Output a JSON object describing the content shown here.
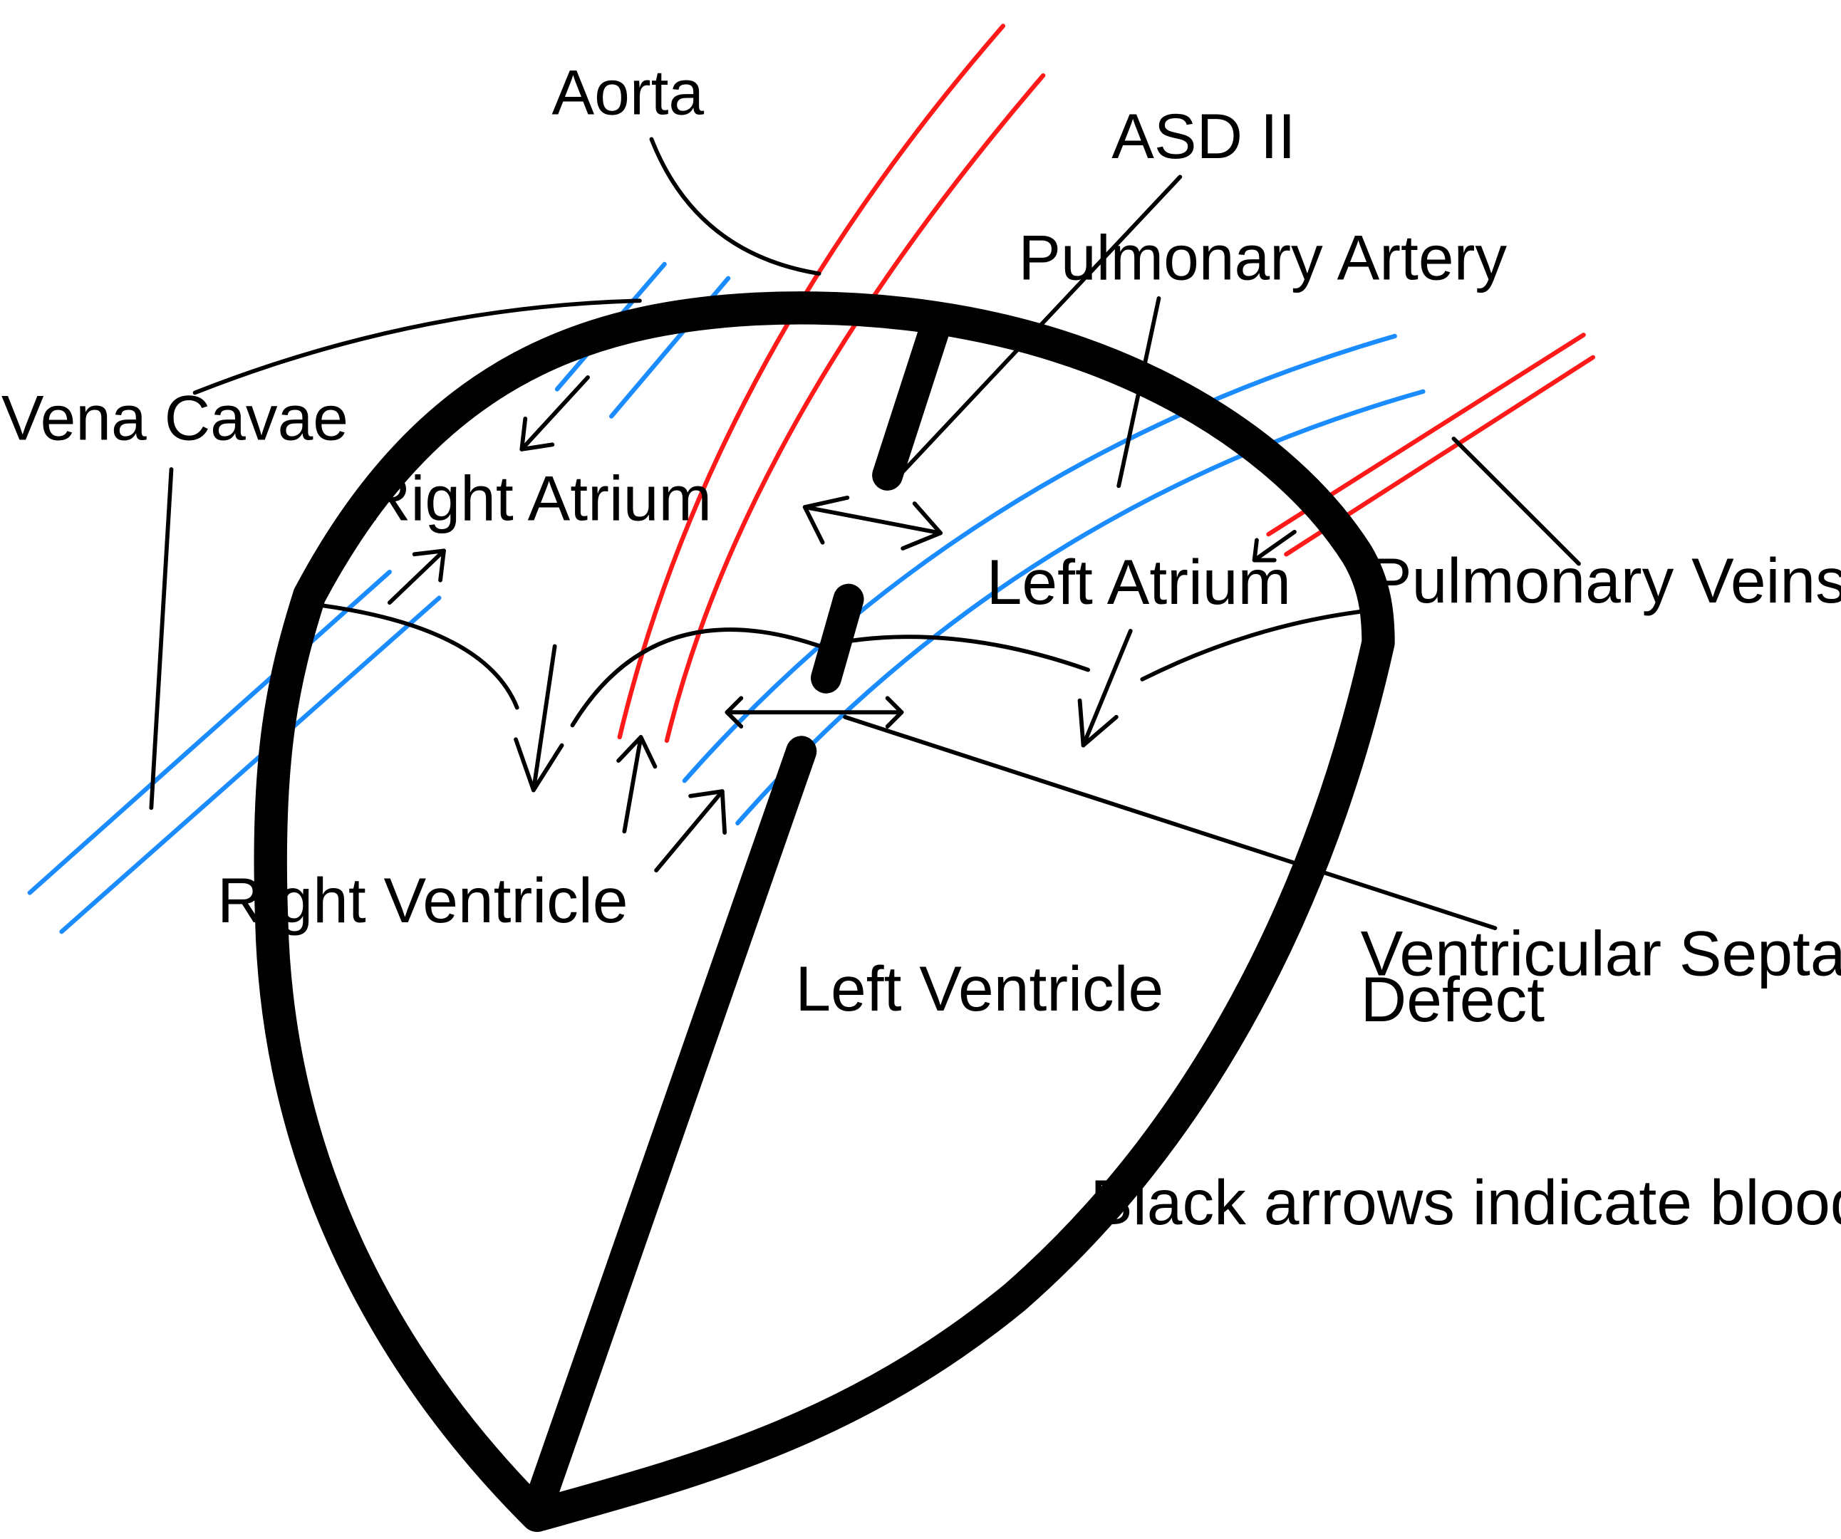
{
  "labels": {
    "aorta": "Aorta",
    "asd": "ASD II",
    "pulmonary_artery": "Pulmonary Artery",
    "vena_cavae": "Vena Cavae",
    "right_atrium": "Right Atrium",
    "left_atrium": "Left Atrium",
    "pulmonary_veins": "Pulmonary Veins",
    "right_ventricle": "Right Ventricle",
    "left_ventricle": "Left Ventricle",
    "vsd_line1": "Ventricular Septal",
    "vsd_line2": "Defect",
    "legend": "Black arrows indicate blood flow"
  },
  "colors": {
    "outline": "#000000",
    "oxygenated_vessel": "#ff1a1a",
    "deoxygenated_vessel": "#1a8cff"
  }
}
